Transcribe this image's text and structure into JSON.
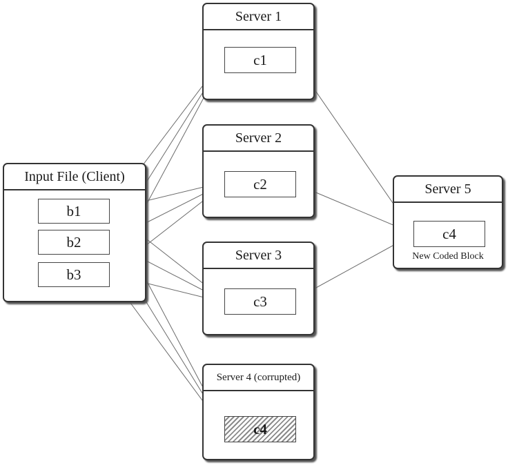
{
  "client": {
    "title": "Input File (Client)",
    "blocks": [
      "b1",
      "b2",
      "b3"
    ]
  },
  "servers": [
    {
      "title": "Server 1",
      "block": "c1"
    },
    {
      "title": "Server 2",
      "block": "c2"
    },
    {
      "title": "Server 3",
      "block": "c3"
    },
    {
      "title": "Server 4 (corrupted)",
      "block": "c4"
    },
    {
      "title": "Server 5",
      "block": "c4",
      "caption": "New Coded Block"
    }
  ],
  "colors": {
    "border": "#333333",
    "arrow": "#6a6a6a",
    "hatch": "#8a8a8a"
  }
}
